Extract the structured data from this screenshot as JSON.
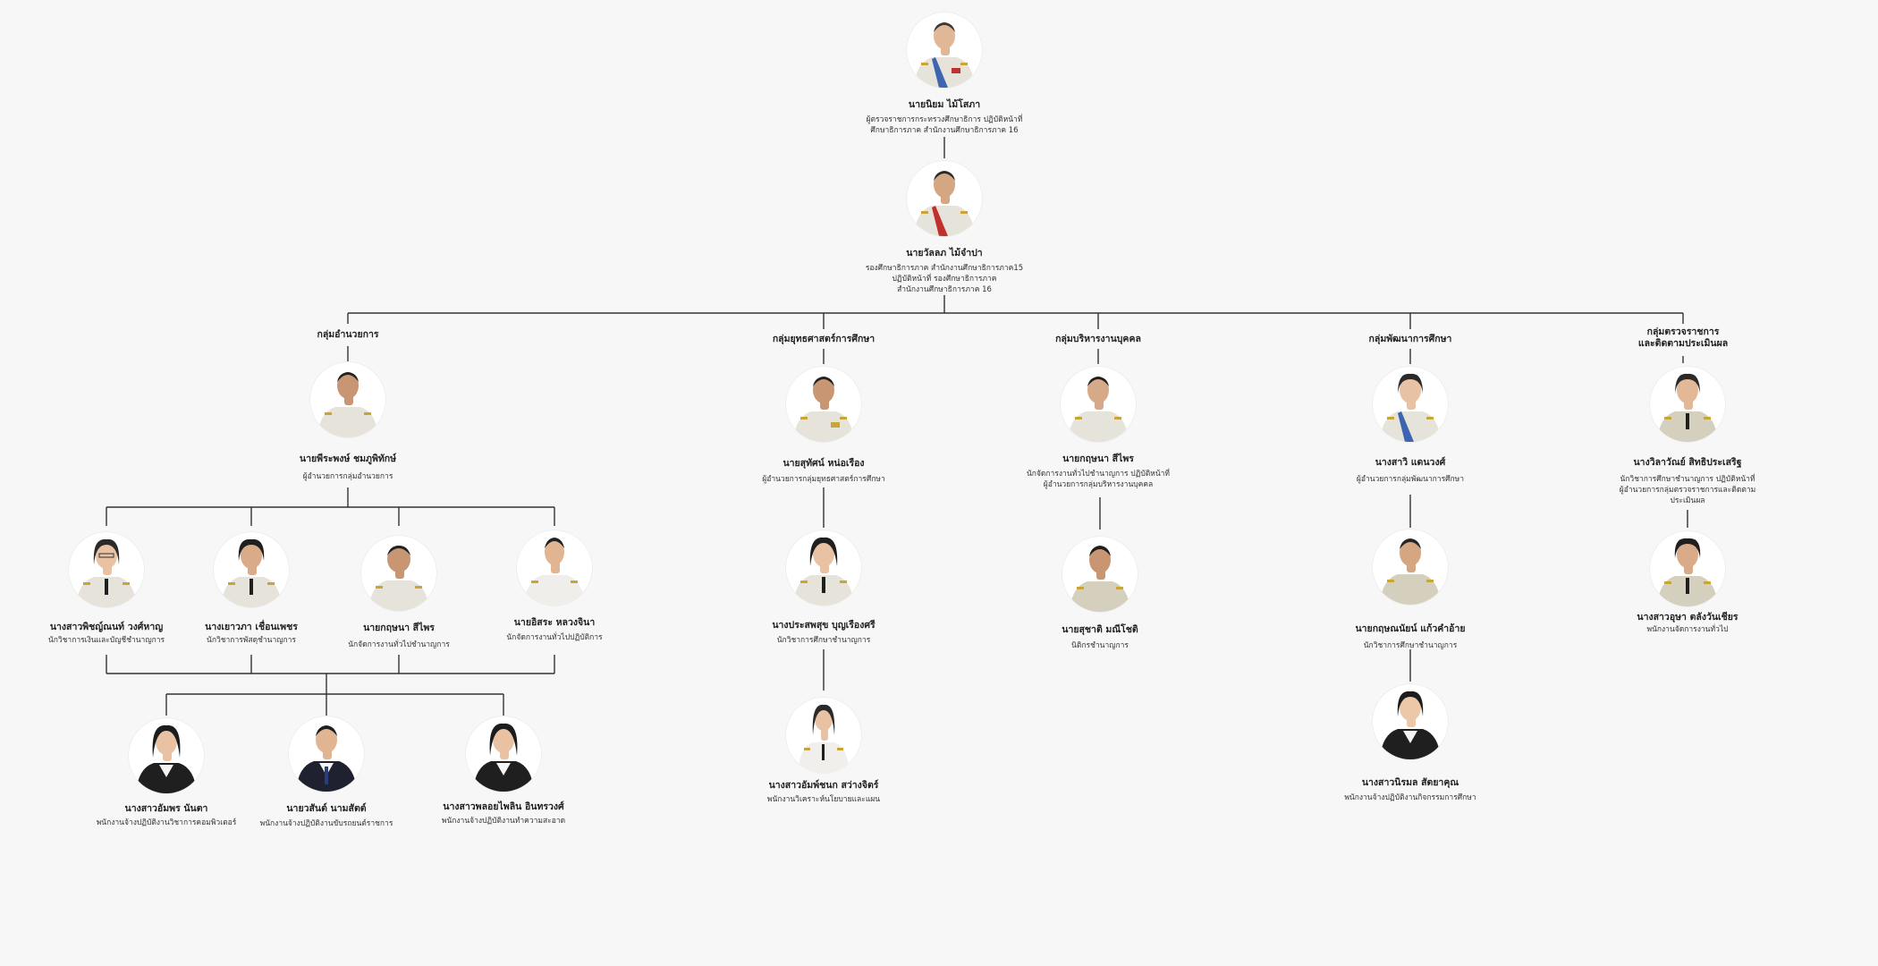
{
  "colors": {
    "background": "#f7f7f7",
    "line": "#333333",
    "uniform_white": "#e6e3da",
    "uniform_khaki": "#d5d0bd",
    "suit_black": "#1f1f1f",
    "sash_blue": "#3d64b0",
    "sash_red": "#c2302d",
    "insignia_gold": "#c9a537"
  },
  "director": {
    "name": "นายนิยม ไม้โสภา",
    "title_line1": "ผู้ตรวจราชการกระทรวงศึกษาธิการ ปฏิบัติหน้าที่",
    "title_line2": "ศึกษาธิการภาค สำนักงานศึกษาธิการภาค 16"
  },
  "deputy": {
    "name": "นายวัลลภ ไม้จำปา",
    "title_line1": "รองศึกษาธิการภาค สำนักงานศึกษาธิการภาค15",
    "title_line2": "ปฏิบัติหน้าที่ รองศึกษาธิการภาค",
    "title_line3": "สำนักงานศึกษาธิการภาค 16"
  },
  "groups": [
    {
      "label": "กลุ่มอำนวยการ",
      "head": {
        "name": "นายพีระพงษ์ ชมภูพิทักษ์",
        "title": "ผู้อำนวยการกลุ่มอำนวยการ"
      },
      "staff": [
        {
          "name": "นางสาวพิชญ์ณนท์ วงศ์หาญ",
          "title": "นักวิชาการเงินและบัญชีชำนาญการ"
        },
        {
          "name": "นางเยาวภา เชื่อนเพชร",
          "title": "นักวิชาการพัสดุชำนาญการ"
        },
        {
          "name": "นายกฤษนา สีไพร",
          "title": "นักจัดการงานทั่วไปชำนาญการ"
        },
        {
          "name": "นายอิสระ หลวงจินา",
          "title": "นักจัดการงานทั่วไปปฏิบัติการ"
        }
      ],
      "employees": [
        {
          "name": "นางสาวอัมพร นันตา",
          "title": "พนักงานจ้างปฏิบัติงานวิชาการคอมพิวเตอร์"
        },
        {
          "name": "นายวสันต์ นามสัตต์",
          "title": "พนักงานจ้างปฏิบัติงานขับรถยนต์ราชการ"
        },
        {
          "name": "นางสาวพลอยไพลิน อินทรวงศ์",
          "title": "พนักงานจ้างปฏิบัติงานทำความสะอาด"
        }
      ]
    },
    {
      "label": "กลุ่มยุทธศาสตร์การศึกษา",
      "head": {
        "name": "นายสุทัศน์ หน่อเรือง",
        "title": "ผู้อำนวยการกลุ่มยุทธศาสตร์การศึกษา"
      },
      "staff": [
        {
          "name": "นางประสพสุข บุญเรืองศรี",
          "title": "นักวิชาการศึกษาชำนาญการ"
        },
        {
          "name": "นางสาวอัมพ์ชนก สว่างจิตร์",
          "title": "พนักงานวิเคราะห์นโยบายและแผน"
        }
      ]
    },
    {
      "label": "กลุ่มบริหารงานบุคคล",
      "head": {
        "name": "นายกฤษนา สีไพร",
        "title_line1": "นักจัดการงานทั่วไปชำนาญการ ปฏิบัติหน้าที่",
        "title_line2": "ผู้อำนวยการกลุ่มบริหารงานบุคคล"
      },
      "staff": [
        {
          "name": "นายสุชาติ มณีโชติ",
          "title": "นิติกรชำนาญการ"
        }
      ]
    },
    {
      "label": "กลุ่มพัฒนาการศึกษา",
      "head": {
        "name": "นางสาวิ แดนวงศ์",
        "title": "ผู้อำนวยการกลุ่มพัฒนาการศึกษา"
      },
      "staff": [
        {
          "name": "นายกฤษณนัยน์ แก้วคำอ้าย",
          "title": "นักวิชาการศึกษาชำนาญการ"
        },
        {
          "name": "นางสาวนิรมล สัตยาคุณ",
          "title": "พนักงานจ้างปฏิบัติงานกิจกรรมการศึกษา"
        }
      ]
    },
    {
      "label_line1": "กลุ่มตรวจราชการ",
      "label_line2": "และติดตามประเมินผล",
      "head": {
        "name": "นางวิลาวัณย์ สิทธิประเสริฐ",
        "title_line1": "นักวิชาการศึกษาชำนาญการ ปฏิบัติหน้าที่",
        "title_line2": "ผู้อำนวยการกลุ่มตรวจราชการและติดตาม",
        "title_line3": "ประเมินผล"
      },
      "staff": [
        {
          "name": "นางสาวอุษา ตลังวันเชียร",
          "title": "พนักงานจัดการงานทั่วไป"
        }
      ]
    }
  ]
}
